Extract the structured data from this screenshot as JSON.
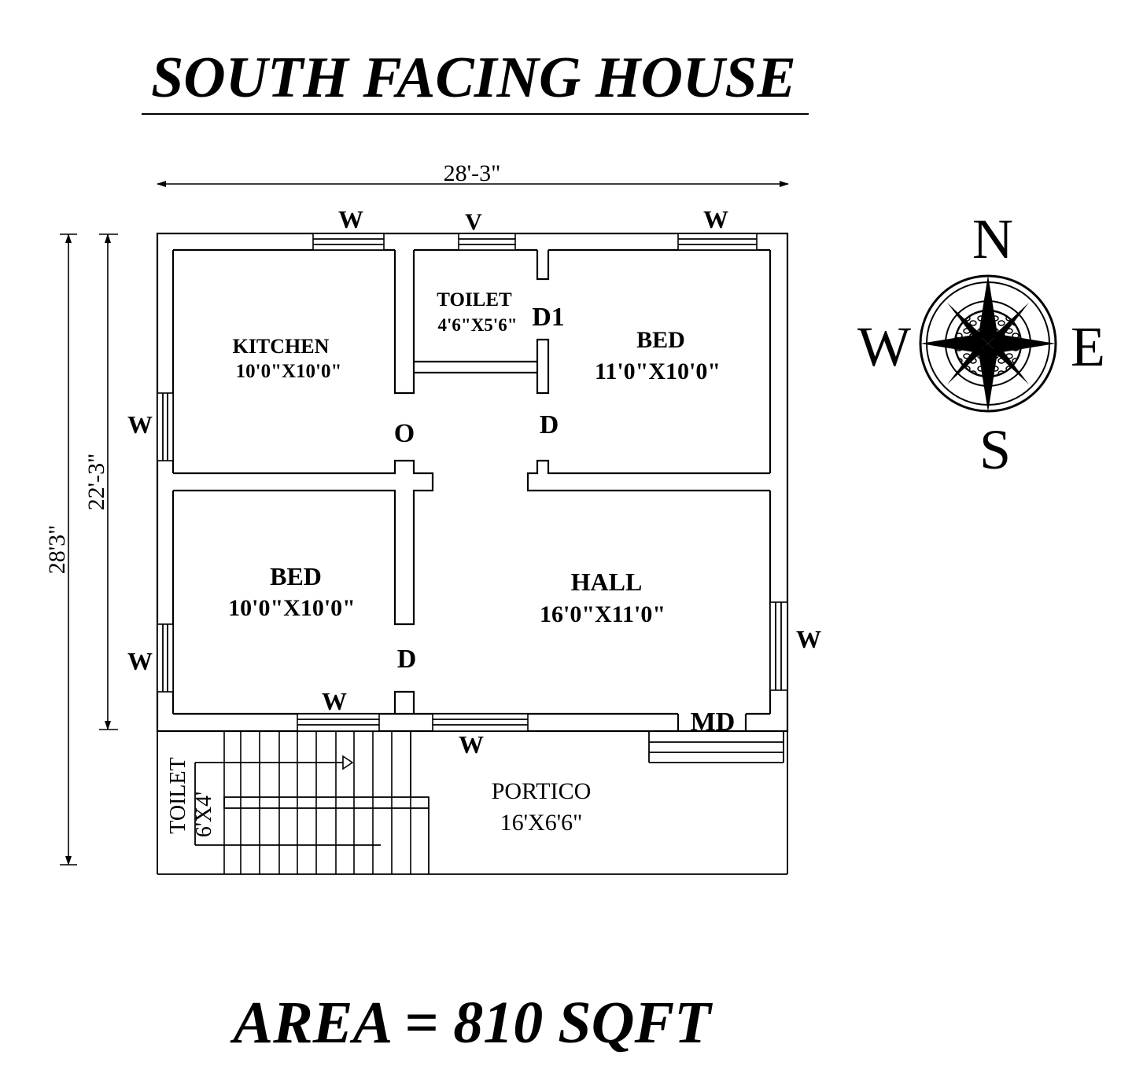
{
  "title": "SOUTH FACING HOUSE",
  "area": "AREA = 810 SQFT",
  "dimensions": {
    "top_width": "28'-3\"",
    "left_outer_height": "28'3\"",
    "left_inner_height": "22'-3\""
  },
  "rooms": {
    "kitchen": {
      "name": "KITCHEN",
      "size": "10'0\"X10'0\""
    },
    "toilet_top": {
      "name": "TOILET",
      "size": "4'6\"X5'6\""
    },
    "bed_top": {
      "name": "BED",
      "size": "11'0\"X10'0\""
    },
    "bed_bottom": {
      "name": "BED",
      "size": "10'0\"X10'0\""
    },
    "hall": {
      "name": "HALL",
      "size": "16'0\"X11'0\""
    },
    "portico": {
      "name": "PORTICO",
      "size": "16'X6'6\""
    },
    "toilet_bottom": {
      "name": "TOILET",
      "size": "6'X4'"
    }
  },
  "openings": {
    "window": "W",
    "ventilator": "V",
    "door": "D",
    "door1": "D1",
    "opening": "O",
    "main_door": "MD"
  },
  "compass": {
    "north": "N",
    "south": "S",
    "east": "E",
    "west": "W"
  }
}
